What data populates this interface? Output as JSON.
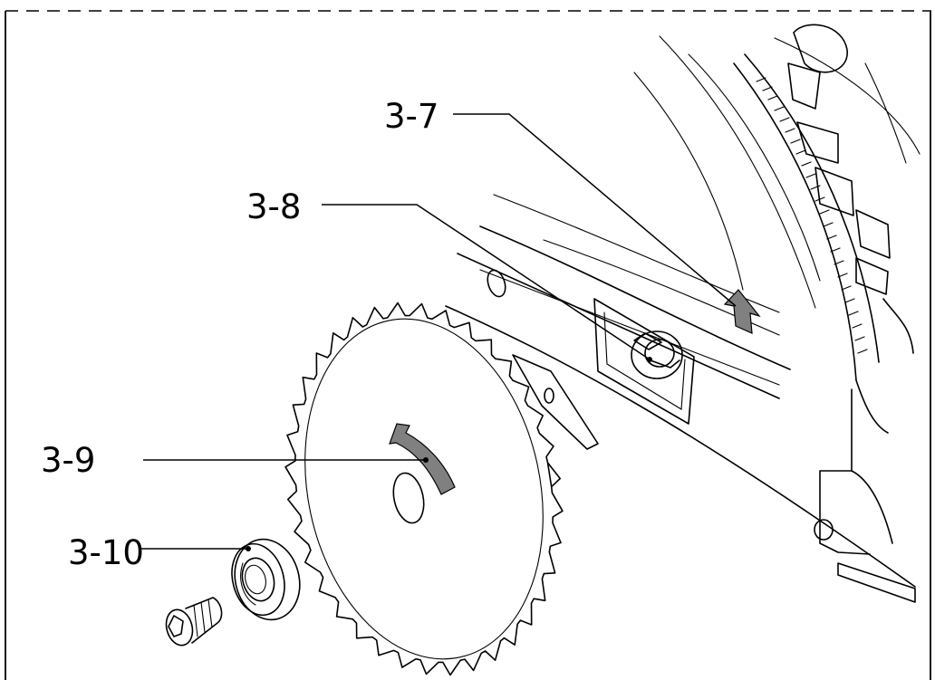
{
  "callouts": {
    "c37": "3-7",
    "c38": "3-8",
    "c39": "3-9",
    "c310": "3-10"
  },
  "colors": {
    "line": "#000000",
    "arrow_fill": "#808080",
    "background": "#ffffff"
  }
}
